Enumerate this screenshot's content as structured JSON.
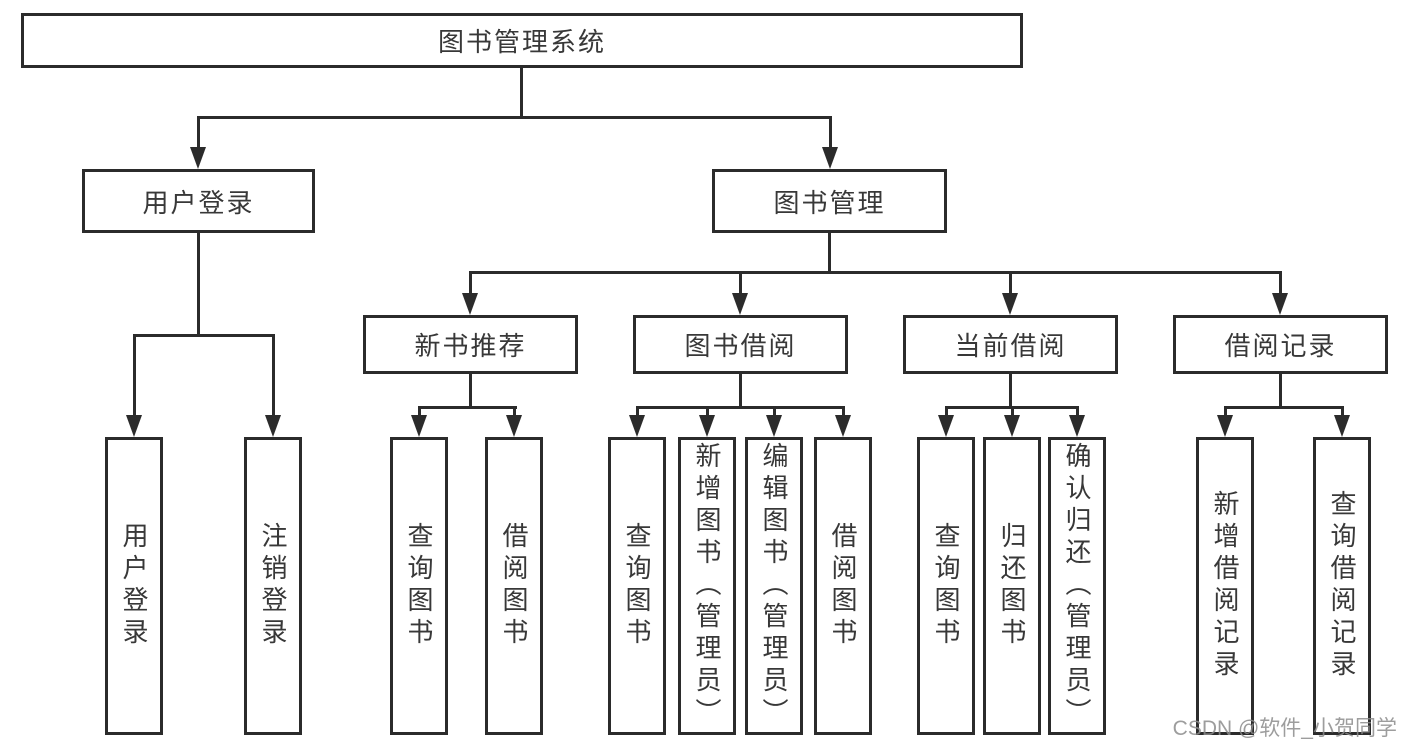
{
  "diagram_type": "hierarchy-tree",
  "colors": {
    "background": "#ffffff",
    "line": "#2b2b2b",
    "text": "#383838",
    "watermark": "#8c8c8c"
  },
  "tree": {
    "label": "图书管理系统",
    "children": [
      {
        "label": "用户登录",
        "leaves": [
          "用户登录",
          "注销登录"
        ]
      },
      {
        "label": "图书管理",
        "children": [
          {
            "label": "新书推荐",
            "leaves": [
              "查询图书",
              "借阅图书"
            ]
          },
          {
            "label": "图书借阅",
            "leaves": [
              "查询图书",
              "新增图书（管理员）",
              "编辑图书（管理员）",
              "借阅图书"
            ]
          },
          {
            "label": "当前借阅",
            "leaves": [
              "查询图书",
              "归还图书",
              "确认归还（管理员）"
            ]
          },
          {
            "label": "借阅记录",
            "leaves": [
              "新增借阅记录",
              "查询借阅记录"
            ]
          }
        ]
      }
    ]
  },
  "watermark": {
    "text": "CSDN @软件_小贺同学"
  }
}
